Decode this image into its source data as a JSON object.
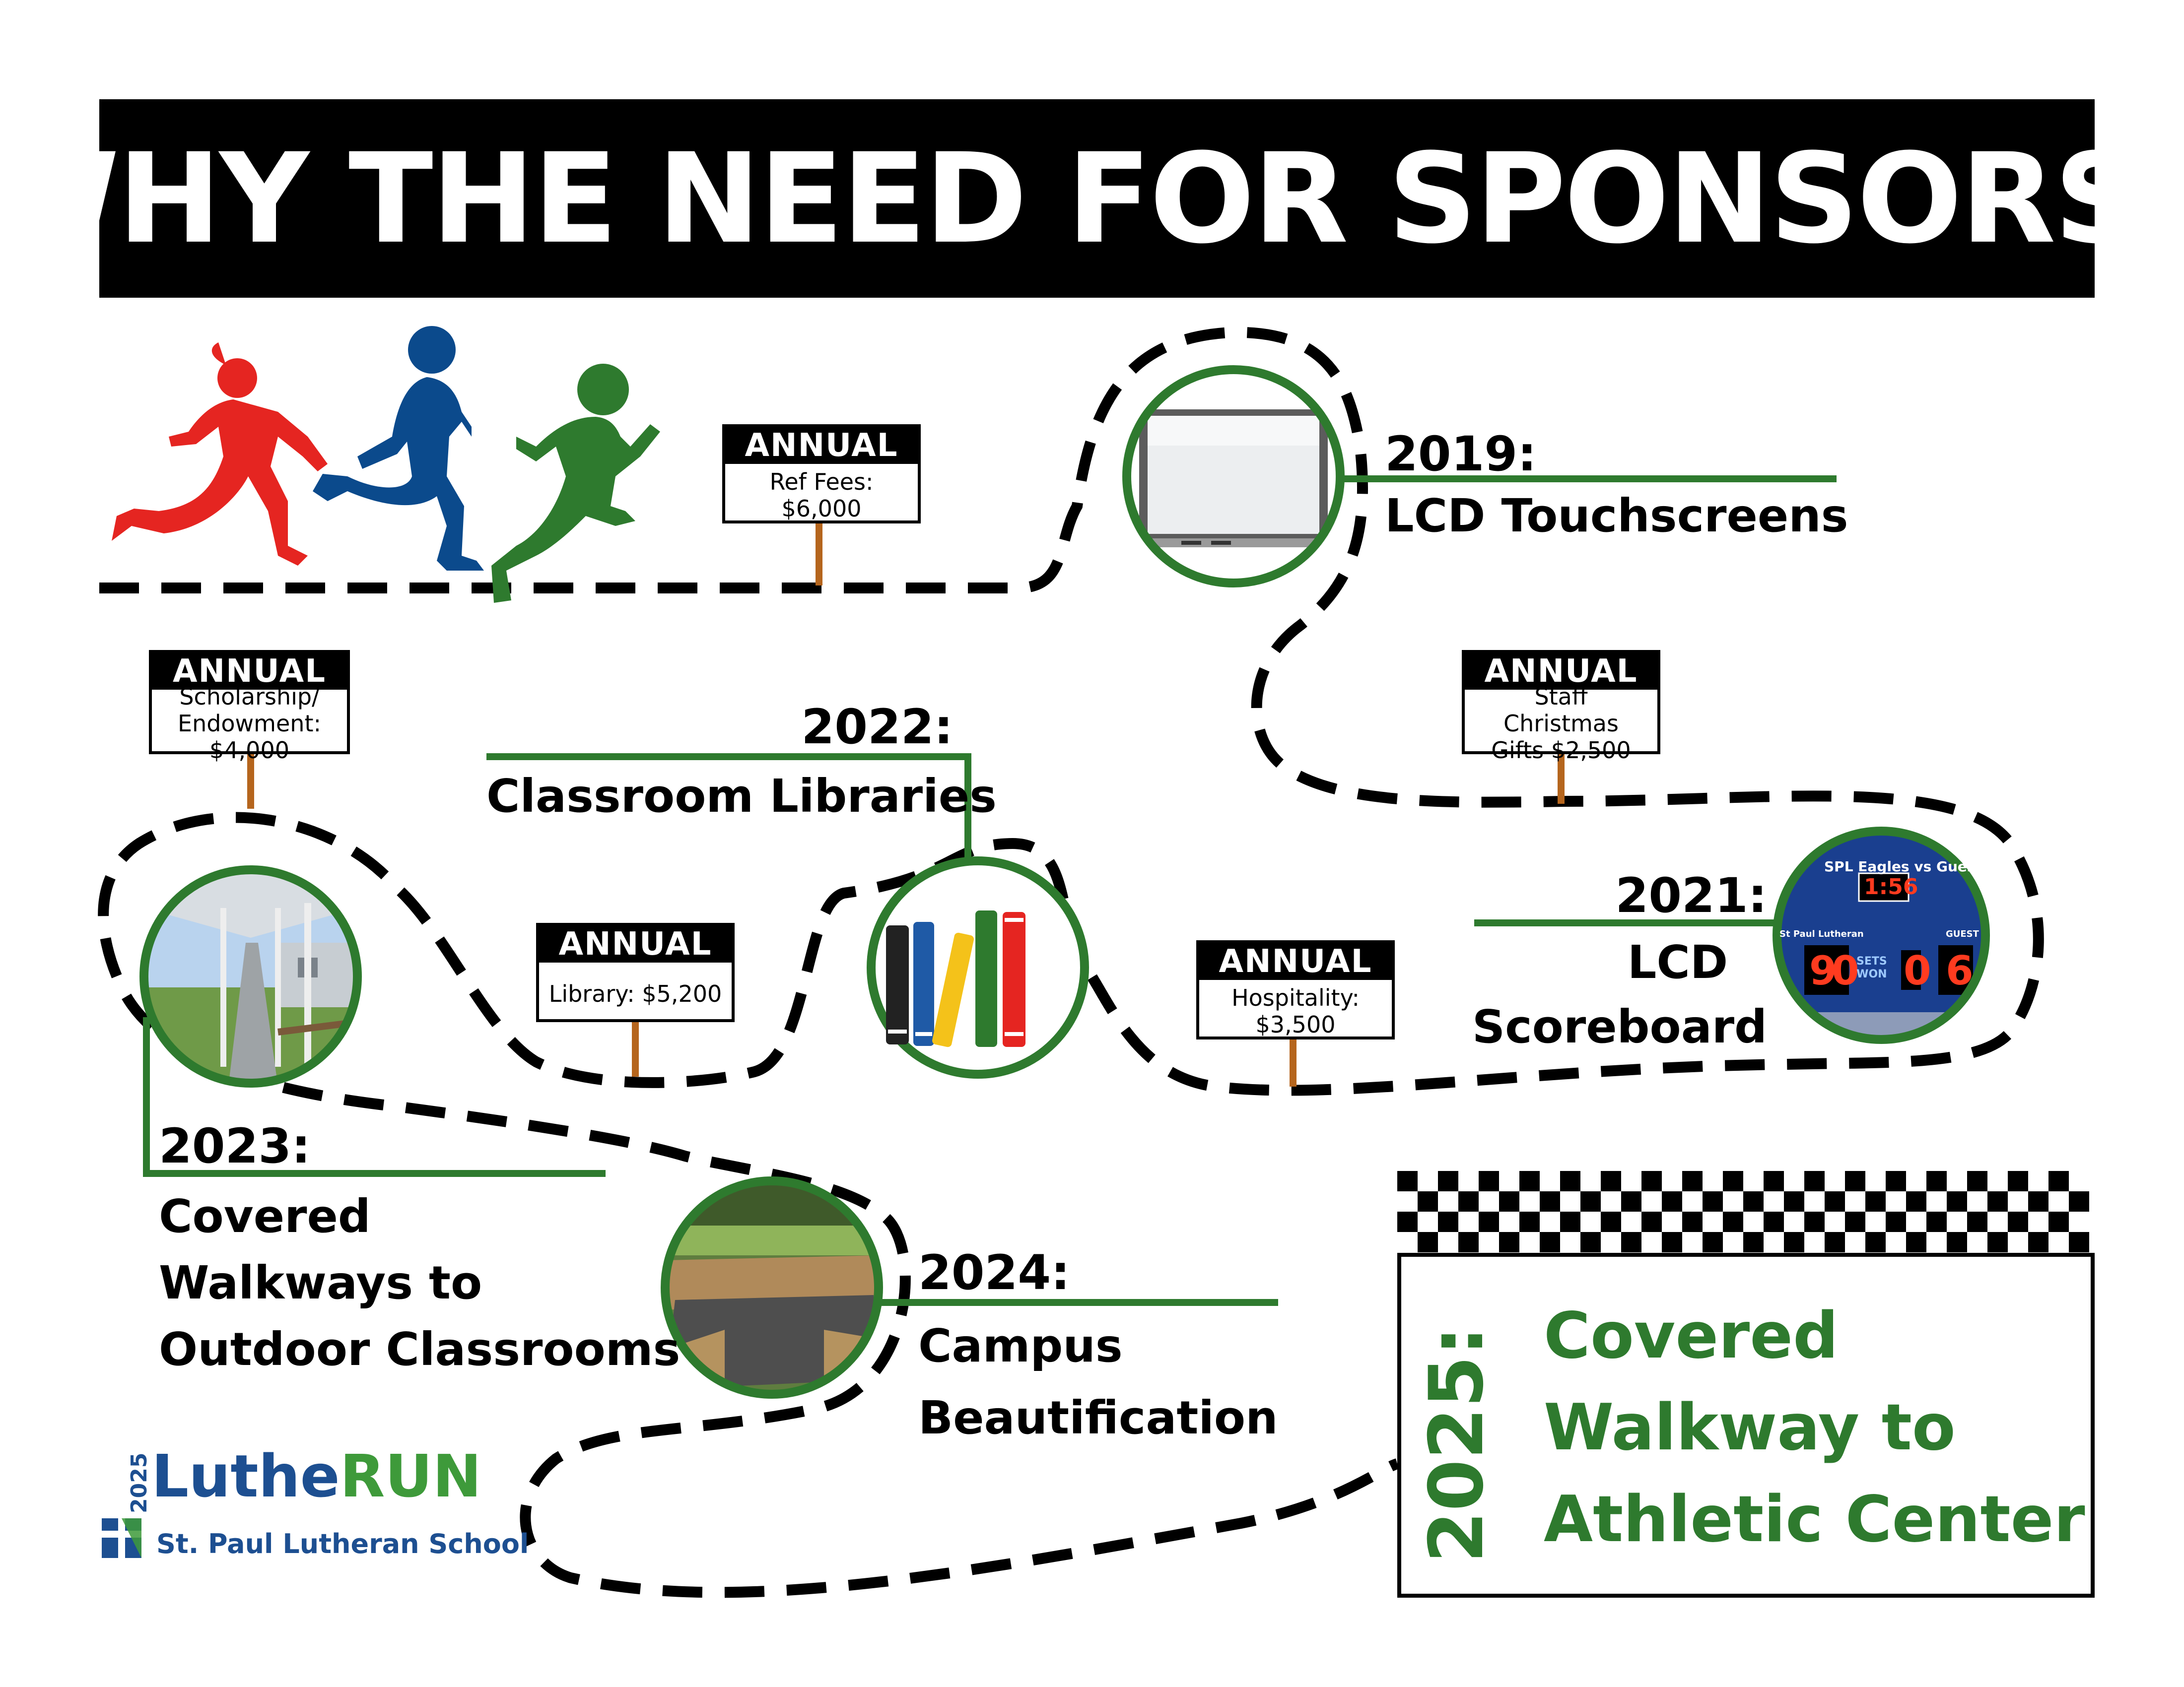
{
  "header": {
    "title": "WHY THE NEED FOR SPONSORS?"
  },
  "colors": {
    "green": "#2e7a2e",
    "red": "#e52521",
    "blue": "#0b4a8c",
    "black": "#000000",
    "post": "#b5651d",
    "logo_blue": "#1d4f91",
    "logo_green": "#3e9a3a"
  },
  "annual_signs": [
    {
      "header": "ANNUAL",
      "text": "Ref Fees: $6,000"
    },
    {
      "header": "ANNUAL",
      "text": "Scholarship/ Endowment: $4,000"
    },
    {
      "header": "ANNUAL",
      "text": "Staff Christmas Gifts $2,500"
    },
    {
      "header": "ANNUAL",
      "text": "Library: $5,200"
    },
    {
      "header": "ANNUAL",
      "text": "Hospitality: $3,500"
    }
  ],
  "milestones": {
    "m2019": {
      "year": "2019:",
      "label": "LCD Touchscreens",
      "icon": "smartboard-icon"
    },
    "m2022": {
      "year": "2022:",
      "label": "Classroom Libraries",
      "icon": "books-icon"
    },
    "m2021": {
      "year": "2021:",
      "label_line1": "LCD",
      "label_line2": "Scoreboard",
      "icon": "scoreboard-icon"
    },
    "m2023": {
      "year": "2023:",
      "label_line1": "Covered",
      "label_line2": "Walkways to",
      "label_line3": "Outdoor Classrooms",
      "icon": "walkway-photo"
    },
    "m2024": {
      "year": "2024:",
      "label_line1": "Campus",
      "label_line2": "Beautification",
      "icon": "deck-photo"
    }
  },
  "scoreboard": {
    "title": "SPL Eagles vs Guest",
    "clock": "1:56",
    "home": "St Paul Lutheran",
    "guest": "GUEST",
    "home_score": "9",
    "home_sets": "0",
    "sets_label_1": "SETS",
    "sets_label_2": "WON",
    "guest_sets": "0",
    "guest_score": "6"
  },
  "finish": {
    "year": "2025:",
    "line1": "Covered",
    "line2": "Walkway to",
    "line3": "Athletic Center"
  },
  "logo": {
    "year": "2025",
    "name_part1": "Luthe",
    "name_part2": "RUN",
    "school": "St. Paul Lutheran School"
  }
}
